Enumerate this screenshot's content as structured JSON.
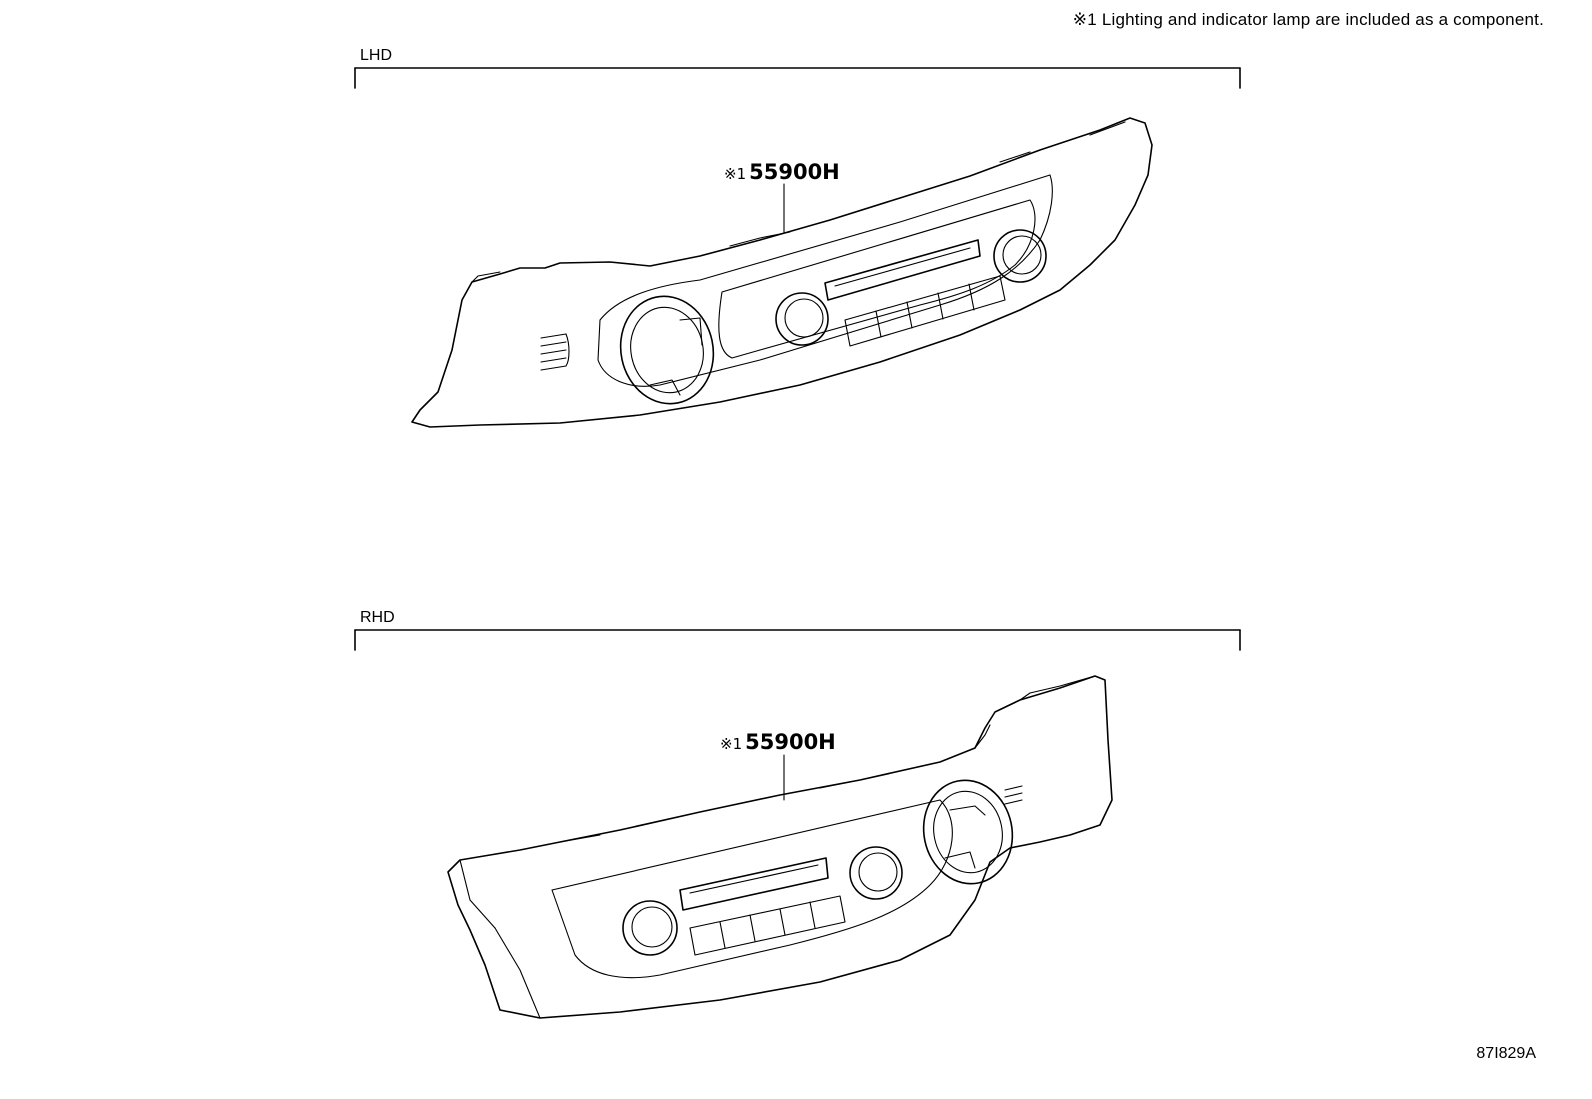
{
  "footnote": {
    "mark": "※1",
    "text": "Lighting and indicator lamp are included as a component."
  },
  "sections": [
    {
      "label": "LHD",
      "callout": {
        "mark": "※1",
        "part_number": "55900H"
      }
    },
    {
      "label": "RHD",
      "callout": {
        "mark": "※1",
        "part_number": "55900H"
      }
    }
  ],
  "drawing_id": "87I829A"
}
